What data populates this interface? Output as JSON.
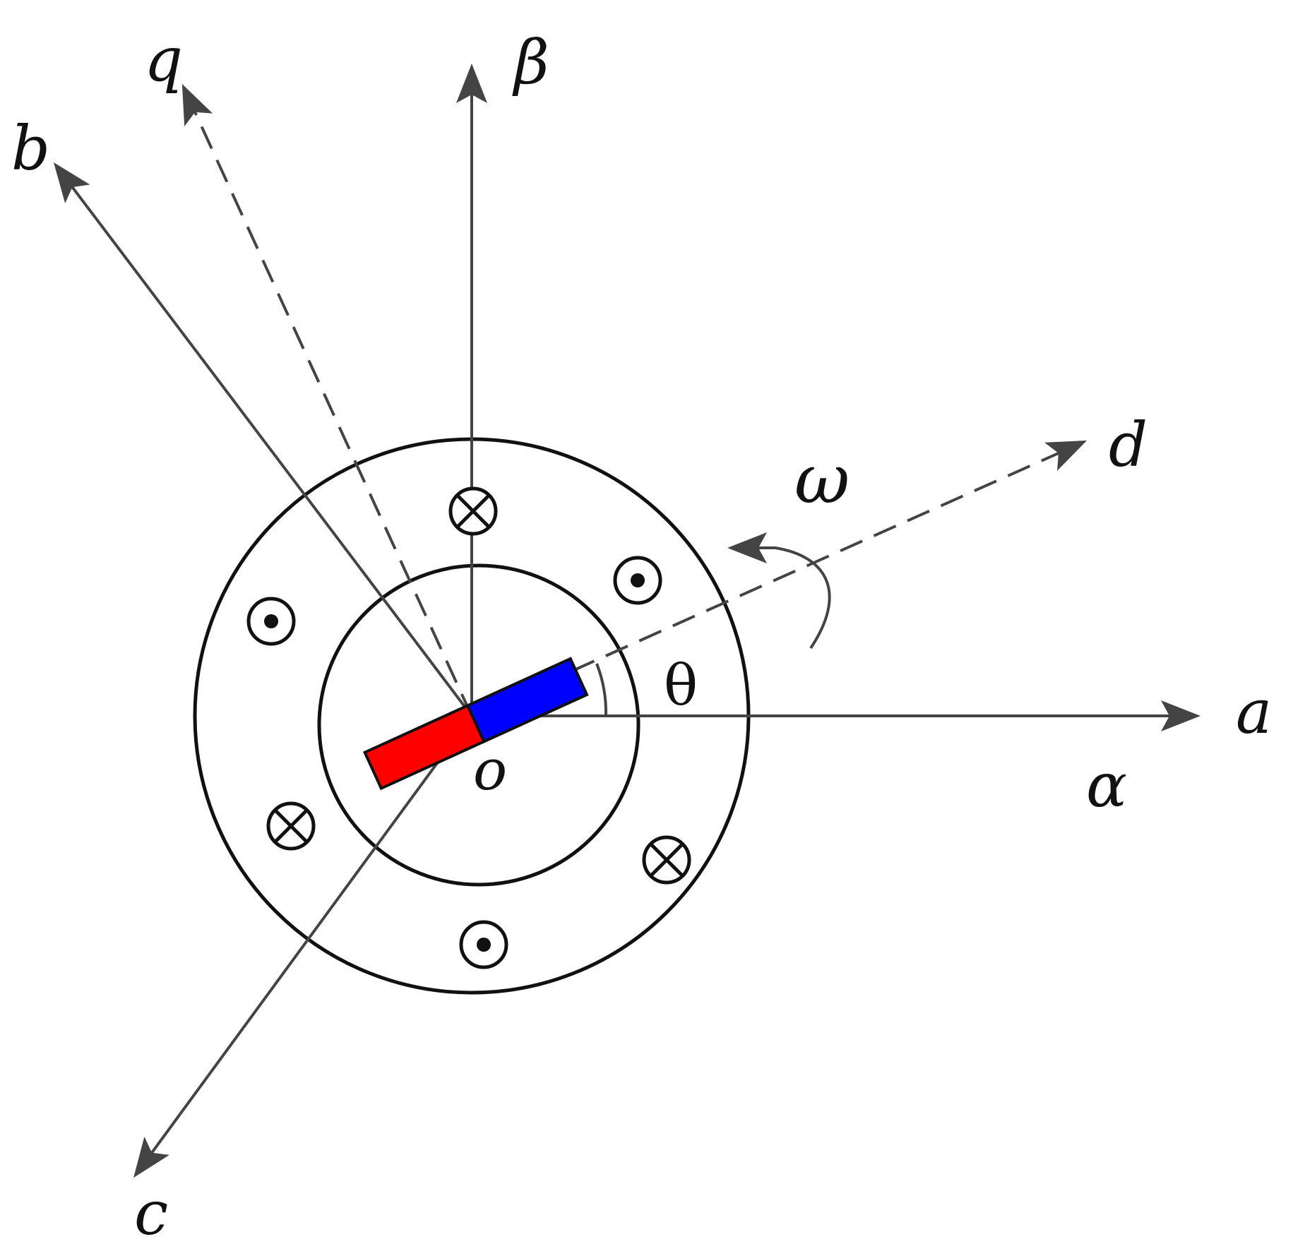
{
  "diagram": {
    "axis_labels": {
      "a": "a",
      "b": "b",
      "c": "c",
      "alpha": "α",
      "beta": "β",
      "d": "d",
      "q": "q",
      "origin": "o"
    },
    "angle_label": "θ",
    "speed_label": "ω",
    "colors": {
      "axis": "#444444",
      "circle": "#111111",
      "magnet_north": "#ff0000",
      "magnet_south": "#0000ff"
    },
    "winding_symbols": [
      "cross-icon",
      "dot-icon",
      "dot-icon",
      "cross-icon",
      "cross-icon",
      "dot-icon"
    ]
  }
}
